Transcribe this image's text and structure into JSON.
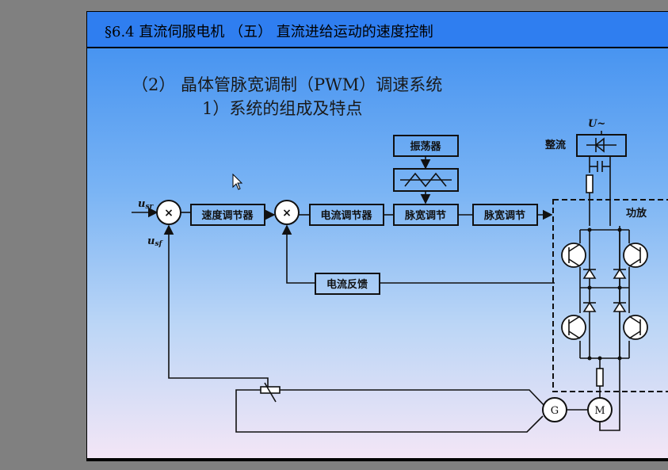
{
  "header": {
    "title": "§6.4 直流伺服电机  （五） 直流进给运动的速度控制"
  },
  "content": {
    "heading": "（2）  晶体管脉宽调制（PWM）调速系统",
    "subheading": "1）系统的组成及特点"
  },
  "diagram": {
    "input_label": "u",
    "input_sub": "sr",
    "feedback_label": "u",
    "feedback_sub": "sf",
    "sum_symbol": "×",
    "blocks": {
      "speed_regulator": "速度调节器",
      "current_regulator": "电流调节器",
      "pulse_modulation": "脉宽调节",
      "pulse_width": "脉宽调节",
      "oscillator": "振荡器",
      "current_feedback": "电流反馈"
    },
    "rectifier_label": "整流",
    "ac_source_label": "U~",
    "power_amp_label": "功放",
    "tacho_label": "G",
    "motor_label": "M"
  }
}
